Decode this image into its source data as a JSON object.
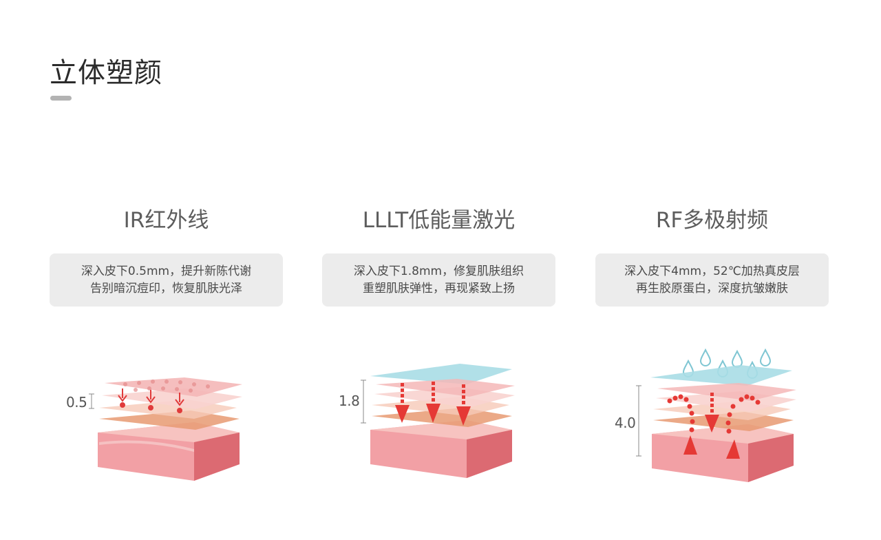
{
  "page": {
    "title": "立体塑颜"
  },
  "columns": [
    {
      "heading": "IR红外线",
      "desc_line1": "深入皮下0.5mm，提升新陈代谢",
      "desc_line2": "告别暗沉痘印，恢复肌肤光泽",
      "depth": "0.5",
      "arrow_color": "#e03b3b"
    },
    {
      "heading": "LLLT低能量激光",
      "desc_line1": "深入皮下1.8mm，修复肌肤组织",
      "desc_line2": "重塑肌肤弹性，再现紧致上扬",
      "depth": "1.8",
      "arrow_color": "#e53935"
    },
    {
      "heading": "RF多极射频",
      "desc_line1": "深入皮下4mm，52℃加热真皮层",
      "desc_line2": "再生胶原蛋白，深度抗皱嫩肤",
      "depth": "4.0",
      "arrow_color": "#e53935"
    }
  ]
}
